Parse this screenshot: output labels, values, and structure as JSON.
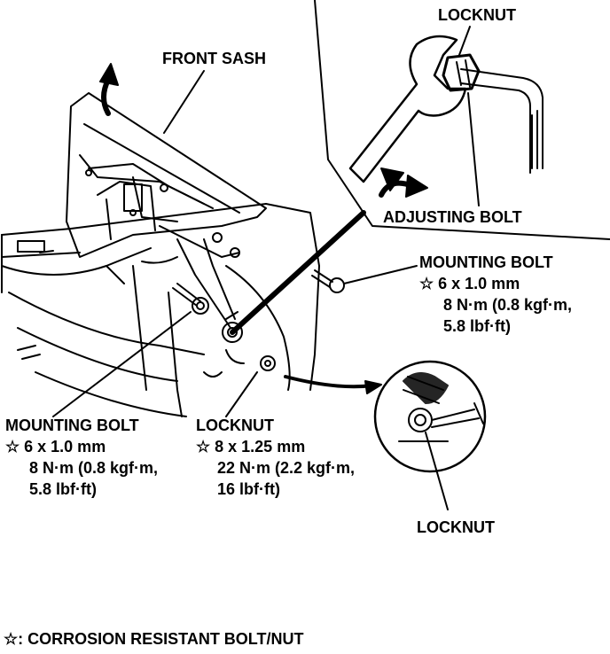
{
  "labels": {
    "front_sash": "FRONT SASH",
    "locknut_top": "LOCKNUT",
    "adjusting_bolt": "ADJUSTING BOLT",
    "mounting_bolt_right": {
      "title": "MOUNTING BOLT",
      "size": "☆ 6 x 1.0 mm",
      "torque_1": "8 N·m (0.8 kgf·m,",
      "torque_2": "5.8 lbf·ft)"
    },
    "mounting_bolt_left": {
      "title": "MOUNTING BOLT",
      "size": "☆ 6 x 1.0 mm",
      "torque_1": "8 N·m (0.8 kgf·m,",
      "torque_2": "5.8 lbf·ft)"
    },
    "locknut_center": {
      "title": "LOCKNUT",
      "size": "☆ 8 x 1.25 mm",
      "torque_1": "22 N·m (2.2 kgf·m,",
      "torque_2": "16 lbf·ft)"
    },
    "locknut_detail": "LOCKNUT"
  },
  "footnote": "☆: CORROSION RESISTANT BOLT/NUT",
  "colors": {
    "ink": "#000000",
    "paper": "#ffffff"
  }
}
